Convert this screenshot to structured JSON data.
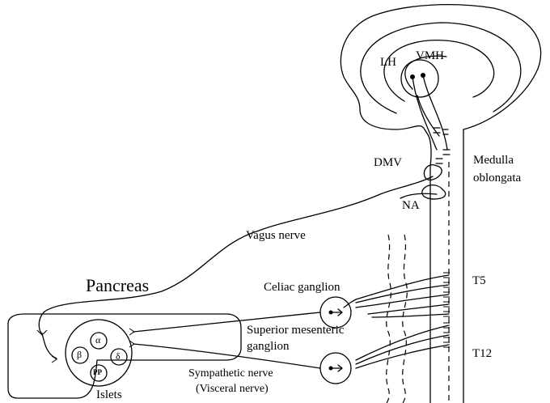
{
  "labels": {
    "lh": "LH",
    "vmh": "VMH",
    "dmv": "DMV",
    "medulla": "Medulla",
    "oblongata": "oblongata",
    "na": "NA",
    "vagus": "Vagus nerve",
    "pancreas": "Pancreas",
    "celiac": "Celiac ganglion",
    "superior_mesenteric": "Superior mesenteric",
    "ganglion": "ganglion",
    "t5": "T5",
    "t12": "T12",
    "sympathetic": "Sympathetic nerve",
    "visceral": "(Visceral nerve)",
    "islets": "Islets"
  },
  "islet_cells": {
    "alpha": "α",
    "beta": "β",
    "delta": "δ",
    "pp": "PP"
  }
}
